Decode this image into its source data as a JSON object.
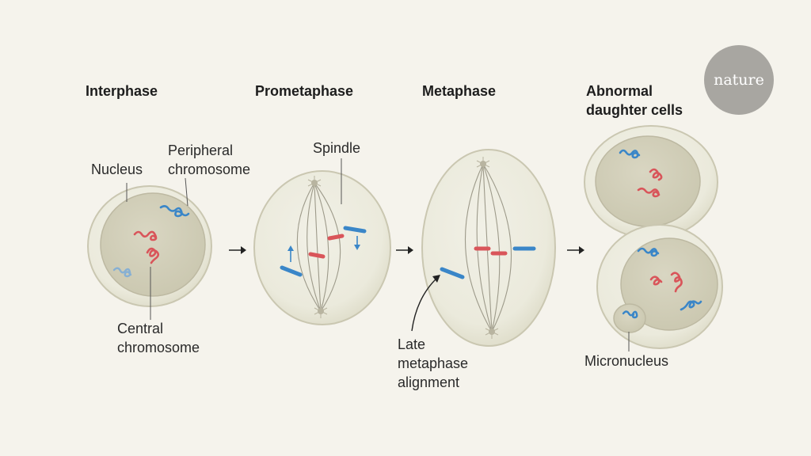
{
  "stages": {
    "interphase": "Interphase",
    "prometaphase": "Prometaphase",
    "metaphase": "Metaphase",
    "abnormal_line1": "Abnormal",
    "abnormal_line2": "daughter cells"
  },
  "labels": {
    "nucleus": "Nucleus",
    "peripheral_line1": "Peripheral",
    "peripheral_line2": "chromosome",
    "central_line1": "Central",
    "central_line2": "chromosome",
    "spindle": "Spindle",
    "late_line1": "Late",
    "late_line2": "metaphase",
    "late_line3": "alignment",
    "micronucleus": "Micronucleus"
  },
  "logo": {
    "text": "nature"
  },
  "colors": {
    "background": "#f5f3ec",
    "cell_fill": "#ebeadd",
    "cell_outline": "#c9c6b0",
    "nucleus_fill": "#d3d0bb",
    "central_chromosome": "#d9555a",
    "peripheral_chromosome": "#3a86c8",
    "spindle_line": "#9d9a8a",
    "logo_bg": "#a8a6a1"
  },
  "icons": {
    "arrow": "right-arrow-icon",
    "spindle_pole": "spindle-pole-icon"
  }
}
